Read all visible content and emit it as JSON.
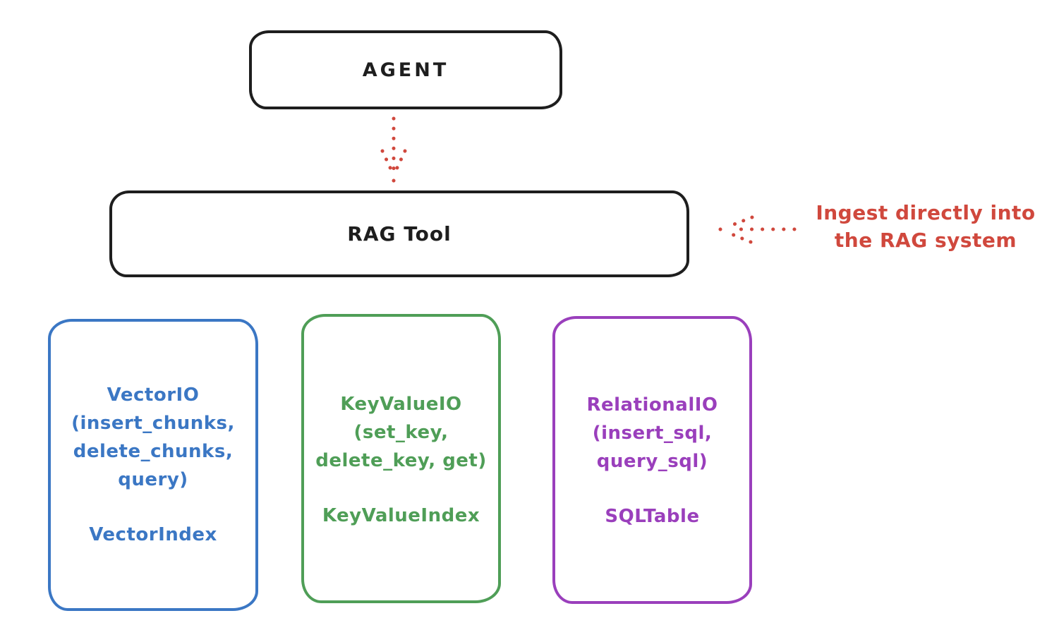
{
  "colors": {
    "stroke": "#1e1e1e",
    "red": "#d0483d",
    "blue": "#3b77c4",
    "green": "#4f9e57",
    "purple": "#9a3fbc",
    "background": "#ffffff"
  },
  "agent_box": {
    "label": "AGENT"
  },
  "rag_box": {
    "label": "RAG Tool"
  },
  "annotation": {
    "line1": "Ingest directly into",
    "line2": "the RAG system"
  },
  "io_boxes": [
    {
      "id": "vector",
      "color": "#3b77c4",
      "method_lines": [
        "VectorIO",
        "(insert_chunks,",
        "delete_chunks,",
        "query)"
      ],
      "index_label": "VectorIndex"
    },
    {
      "id": "keyvalue",
      "color": "#4f9e57",
      "method_lines": [
        "KeyValueIO",
        "(set_key,",
        "delete_key, get)"
      ],
      "index_label": "KeyValueIndex"
    },
    {
      "id": "relational",
      "color": "#9a3fbc",
      "method_lines": [
        "RelationalIO",
        "(insert_sql,",
        "query_sql)"
      ],
      "index_label": "SQLTable"
    }
  ]
}
